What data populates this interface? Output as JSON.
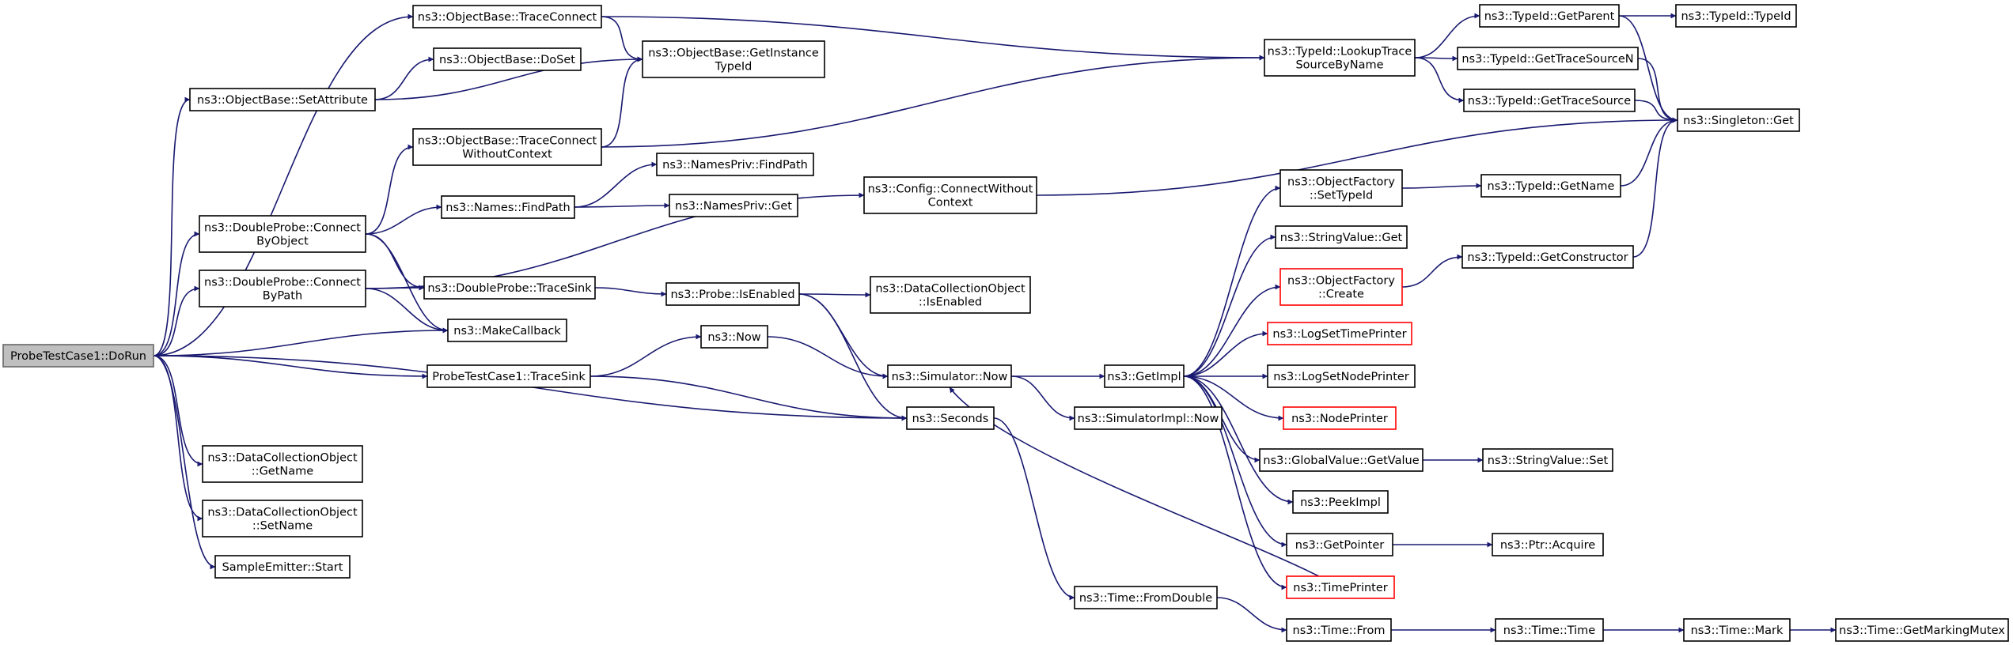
{
  "colors": {
    "edge": "#191970",
    "node_border": "#000000",
    "node_fill": "#ffffff",
    "root_fill": "#bfbfbf",
    "root_border": "#666666",
    "truncated_border": "#ff0000",
    "background": "#ffffff"
  },
  "nodes": [
    {
      "id": "root",
      "lines": [
        "ProbeTestCase1::DoRun"
      ],
      "style": "root"
    },
    {
      "id": "ob_traceconnect",
      "lines": [
        "ns3::ObjectBase::TraceConnect"
      ],
      "style": "normal"
    },
    {
      "id": "ob_doset",
      "lines": [
        "ns3::ObjectBase::DoSet"
      ],
      "style": "normal"
    },
    {
      "id": "ob_setattr",
      "lines": [
        "ns3::ObjectBase::SetAttribute"
      ],
      "style": "normal"
    },
    {
      "id": "ob_getinst",
      "lines": [
        "ns3::ObjectBase::GetInstance",
        "TypeId"
      ],
      "style": "normal"
    },
    {
      "id": "ob_tcwc",
      "lines": [
        "ns3::ObjectBase::TraceConnect",
        "WithoutContext"
      ],
      "style": "normal"
    },
    {
      "id": "np_findpath",
      "lines": [
        "ns3::NamesPriv::FindPath"
      ],
      "style": "normal"
    },
    {
      "id": "names_findpath",
      "lines": [
        "ns3::Names::FindPath"
      ],
      "style": "normal"
    },
    {
      "id": "np_get",
      "lines": [
        "ns3::NamesPriv::Get"
      ],
      "style": "normal"
    },
    {
      "id": "dp_cbo",
      "lines": [
        "ns3::DoubleProbe::Connect",
        "ByObject"
      ],
      "style": "normal"
    },
    {
      "id": "dp_cbp",
      "lines": [
        "ns3::DoubleProbe::Connect",
        "ByPath"
      ],
      "style": "normal"
    },
    {
      "id": "dp_tracesink",
      "lines": [
        "ns3::DoubleProbe::TraceSink"
      ],
      "style": "normal"
    },
    {
      "id": "makecallback",
      "lines": [
        "ns3::MakeCallback"
      ],
      "style": "normal"
    },
    {
      "id": "config_cwc",
      "lines": [
        "ns3::Config::ConnectWithout",
        "Context"
      ],
      "style": "normal"
    },
    {
      "id": "probe_isenabled",
      "lines": [
        "ns3::Probe::IsEnabled"
      ],
      "style": "normal"
    },
    {
      "id": "dco_isenabled",
      "lines": [
        "ns3::DataCollectionObject",
        "::IsEnabled"
      ],
      "style": "normal"
    },
    {
      "id": "ns3_now",
      "lines": [
        "ns3::Now"
      ],
      "style": "normal"
    },
    {
      "id": "ptc_tracesink",
      "lines": [
        "ProbeTestCase1::TraceSink"
      ],
      "style": "normal"
    },
    {
      "id": "sim_now",
      "lines": [
        "ns3::Simulator::Now"
      ],
      "style": "normal"
    },
    {
      "id": "seconds",
      "lines": [
        "ns3::Seconds"
      ],
      "style": "normal"
    },
    {
      "id": "simimpl_now",
      "lines": [
        "ns3::SimulatorImpl::Now"
      ],
      "style": "normal"
    },
    {
      "id": "getimpl",
      "lines": [
        "ns3::GetImpl"
      ],
      "style": "normal"
    },
    {
      "id": "dco_getname",
      "lines": [
        "ns3::DataCollectionObject",
        "::GetName"
      ],
      "style": "normal"
    },
    {
      "id": "dco_setname",
      "lines": [
        "ns3::DataCollectionObject",
        "::SetName"
      ],
      "style": "normal"
    },
    {
      "id": "se_start",
      "lines": [
        "SampleEmitter::Start"
      ],
      "style": "normal"
    },
    {
      "id": "tid_lookup",
      "lines": [
        "ns3::TypeId::LookupTrace",
        "SourceByName"
      ],
      "style": "normal"
    },
    {
      "id": "tid_getparent",
      "lines": [
        "ns3::TypeId::GetParent"
      ],
      "style": "normal"
    },
    {
      "id": "tid_typeid",
      "lines": [
        "ns3::TypeId::TypeId"
      ],
      "style": "normal"
    },
    {
      "id": "tid_gettsn",
      "lines": [
        "ns3::TypeId::GetTraceSourceN"
      ],
      "style": "normal"
    },
    {
      "id": "tid_getts",
      "lines": [
        "ns3::TypeId::GetTraceSource"
      ],
      "style": "normal"
    },
    {
      "id": "singleton_get",
      "lines": [
        "ns3::Singleton::Get"
      ],
      "style": "normal"
    },
    {
      "id": "of_settypeid",
      "lines": [
        "ns3::ObjectFactory",
        "::SetTypeId"
      ],
      "style": "normal"
    },
    {
      "id": "tid_getname",
      "lines": [
        "ns3::TypeId::GetName"
      ],
      "style": "normal"
    },
    {
      "id": "sv_get",
      "lines": [
        "ns3::StringValue::Get"
      ],
      "style": "normal"
    },
    {
      "id": "of_create",
      "lines": [
        "ns3::ObjectFactory",
        "::Create"
      ],
      "style": "truncated"
    },
    {
      "id": "tid_getctor",
      "lines": [
        "ns3::TypeId::GetConstructor"
      ],
      "style": "normal"
    },
    {
      "id": "logsettimeprinter",
      "lines": [
        "ns3::LogSetTimePrinter"
      ],
      "style": "truncated"
    },
    {
      "id": "logsetnodeprinter",
      "lines": [
        "ns3::LogSetNodePrinter"
      ],
      "style": "normal"
    },
    {
      "id": "nodeprinter",
      "lines": [
        "ns3::NodePrinter"
      ],
      "style": "truncated"
    },
    {
      "id": "gv_getvalue",
      "lines": [
        "ns3::GlobalValue::GetValue"
      ],
      "style": "normal"
    },
    {
      "id": "sv_set",
      "lines": [
        "ns3::StringValue::Set"
      ],
      "style": "normal"
    },
    {
      "id": "peekimpl",
      "lines": [
        "ns3::PeekImpl"
      ],
      "style": "normal"
    },
    {
      "id": "getpointer",
      "lines": [
        "ns3::GetPointer"
      ],
      "style": "normal"
    },
    {
      "id": "ptr_acquire",
      "lines": [
        "ns3::Ptr::Acquire"
      ],
      "style": "normal"
    },
    {
      "id": "timeprinter",
      "lines": [
        "ns3::TimePrinter"
      ],
      "style": "truncated"
    },
    {
      "id": "time_fromdouble",
      "lines": [
        "ns3::Time::FromDouble"
      ],
      "style": "normal"
    },
    {
      "id": "time_from",
      "lines": [
        "ns3::Time::From"
      ],
      "style": "normal"
    },
    {
      "id": "time_time",
      "lines": [
        "ns3::Time::Time"
      ],
      "style": "normal"
    },
    {
      "id": "time_mark",
      "lines": [
        "ns3::Time::Mark"
      ],
      "style": "normal"
    },
    {
      "id": "time_getmarkingmutex",
      "lines": [
        "ns3::Time::GetMarkingMutex"
      ],
      "style": "normal"
    }
  ],
  "edges": [
    [
      "root",
      "ob_traceconnect"
    ],
    [
      "root",
      "ob_setattr"
    ],
    [
      "root",
      "dp_cbo"
    ],
    [
      "root",
      "dp_cbp"
    ],
    [
      "root",
      "makecallback"
    ],
    [
      "root",
      "ptc_tracesink"
    ],
    [
      "root",
      "seconds"
    ],
    [
      "root",
      "dco_getname"
    ],
    [
      "root",
      "dco_setname"
    ],
    [
      "root",
      "se_start"
    ],
    [
      "ob_traceconnect",
      "ob_getinst"
    ],
    [
      "ob_traceconnect",
      "tid_lookup"
    ],
    [
      "ob_setattr",
      "ob_doset"
    ],
    [
      "ob_setattr",
      "ob_getinst"
    ],
    [
      "ob_tcwc",
      "ob_getinst"
    ],
    [
      "ob_tcwc",
      "tid_lookup"
    ],
    [
      "dp_cbo",
      "ob_tcwc"
    ],
    [
      "dp_cbo",
      "names_findpath"
    ],
    [
      "dp_cbo",
      "dp_tracesink"
    ],
    [
      "dp_cbo",
      "makecallback"
    ],
    [
      "dp_cbp",
      "config_cwc"
    ],
    [
      "dp_cbp",
      "dp_tracesink"
    ],
    [
      "dp_cbp",
      "makecallback"
    ],
    [
      "names_findpath",
      "np_findpath"
    ],
    [
      "names_findpath",
      "np_get"
    ],
    [
      "config_cwc",
      "singleton_get"
    ],
    [
      "dp_tracesink",
      "probe_isenabled"
    ],
    [
      "probe_isenabled",
      "dco_isenabled"
    ],
    [
      "probe_isenabled",
      "sim_now"
    ],
    [
      "probe_isenabled",
      "seconds"
    ],
    [
      "ptc_tracesink",
      "ns3_now"
    ],
    [
      "ptc_tracesink",
      "seconds"
    ],
    [
      "ns3_now",
      "sim_now"
    ],
    [
      "sim_now",
      "getimpl"
    ],
    [
      "sim_now",
      "simimpl_now"
    ],
    [
      "seconds",
      "time_fromdouble"
    ],
    [
      "tid_lookup",
      "tid_getparent"
    ],
    [
      "tid_lookup",
      "tid_gettsn"
    ],
    [
      "tid_lookup",
      "tid_getts"
    ],
    [
      "tid_getparent",
      "tid_typeid"
    ],
    [
      "tid_getparent",
      "singleton_get"
    ],
    [
      "tid_gettsn",
      "singleton_get"
    ],
    [
      "tid_getts",
      "singleton_get"
    ],
    [
      "getimpl",
      "of_settypeid"
    ],
    [
      "getimpl",
      "sv_get"
    ],
    [
      "getimpl",
      "of_create"
    ],
    [
      "getimpl",
      "logsettimeprinter"
    ],
    [
      "getimpl",
      "logsetnodeprinter"
    ],
    [
      "getimpl",
      "nodeprinter"
    ],
    [
      "getimpl",
      "gv_getvalue"
    ],
    [
      "getimpl",
      "peekimpl"
    ],
    [
      "getimpl",
      "getpointer"
    ],
    [
      "getimpl",
      "timeprinter"
    ],
    [
      "of_settypeid",
      "tid_getname"
    ],
    [
      "tid_getname",
      "singleton_get"
    ],
    [
      "of_create",
      "tid_getctor"
    ],
    [
      "tid_getctor",
      "singleton_get"
    ],
    [
      "gv_getvalue",
      "sv_set"
    ],
    [
      "getpointer",
      "ptr_acquire"
    ],
    [
      "timeprinter",
      "sim_now"
    ],
    [
      "time_fromdouble",
      "time_from"
    ],
    [
      "time_from",
      "time_time"
    ],
    [
      "time_time",
      "time_mark"
    ],
    [
      "time_mark",
      "time_getmarkingmutex"
    ]
  ]
}
